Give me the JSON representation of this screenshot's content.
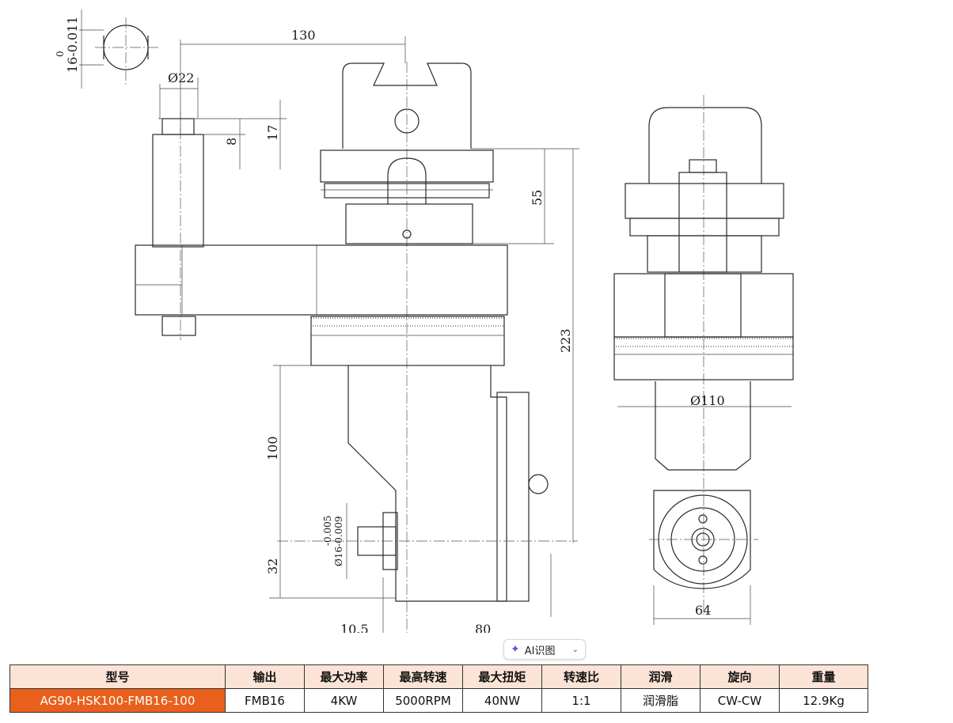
{
  "drawing": {
    "dims": {
      "tol_top": "0",
      "tol_bottom": "16-0.011",
      "d22": "Ø22",
      "w130": "130",
      "h17": "17",
      "h8": "8",
      "h55": "55",
      "h223": "223",
      "h100": "100",
      "h32": "32",
      "shaft_top": "-0.005",
      "shaft_main": "Ø16-0.009",
      "w10_5": "10.5",
      "w80": "80",
      "d110": "Ø110",
      "w64": "64"
    }
  },
  "ai_button": {
    "label": "AI识图",
    "icon": "sparkle-icon",
    "chevron": "chevron-down-icon"
  },
  "table": {
    "headers": [
      "型号",
      "输出",
      "最大功率",
      "最高转速",
      "最大扭矩",
      "转速比",
      "润滑",
      "旋向",
      "重量"
    ],
    "row": [
      "AG90-HSK100-FMB16-100",
      "FMB16",
      "4KW",
      "5000RPM",
      "40NW",
      "1:1",
      "润滑脂",
      "CW-CW",
      "12.9Kg"
    ],
    "model_color": "#e8601c",
    "header_color": "#fbe4d5"
  }
}
